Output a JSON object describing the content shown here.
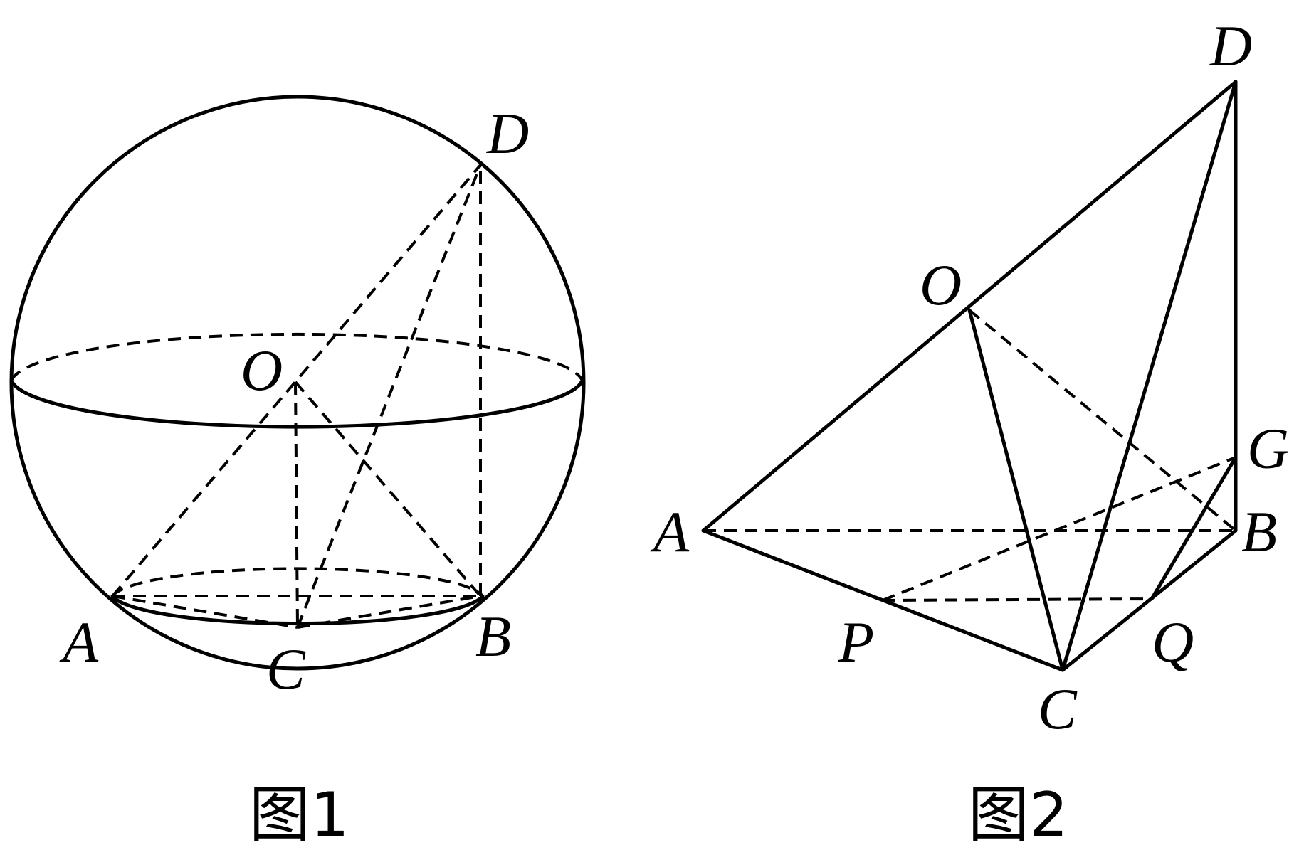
{
  "figure1": {
    "caption": "图1",
    "labels": {
      "D": "D",
      "O": "O",
      "A": "A",
      "C": "C",
      "B": "B"
    }
  },
  "figure2": {
    "caption": "图2",
    "labels": {
      "D": "D",
      "O": "O",
      "G": "G",
      "A": "A",
      "B": "B",
      "P": "P",
      "Q": "Q",
      "C": "C"
    }
  }
}
